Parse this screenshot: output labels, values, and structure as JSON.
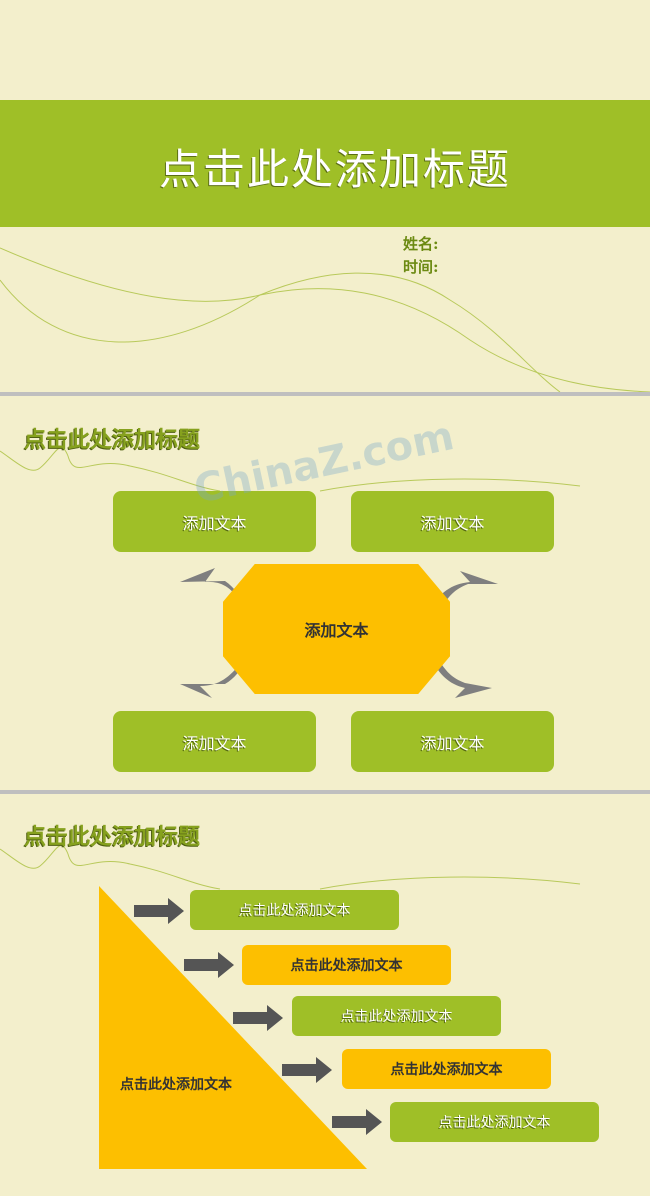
{
  "slide1": {
    "title": "点击此处添加标题",
    "name_label": "姓名:",
    "time_label": "时间:"
  },
  "slide2": {
    "title": "点击此处添加标题",
    "center": "添加文本",
    "boxes": [
      "添加文本",
      "添加文本",
      "添加文本",
      "添加文本"
    ]
  },
  "slide3": {
    "title": "点击此处添加标题",
    "triangle_label": "点击此处添加文本",
    "steps": [
      "点击此处添加文本",
      "点击此处添加文本",
      "点击此处添加文本",
      "点击此处添加文本",
      "点击此处添加文本"
    ]
  },
  "watermark": "ChinaZ.com",
  "colors": {
    "background": "#f3efcc",
    "green": "#9fbf27",
    "yellow": "#fdbf00",
    "arrow": "#555555",
    "separator": "#bfbfbf"
  }
}
